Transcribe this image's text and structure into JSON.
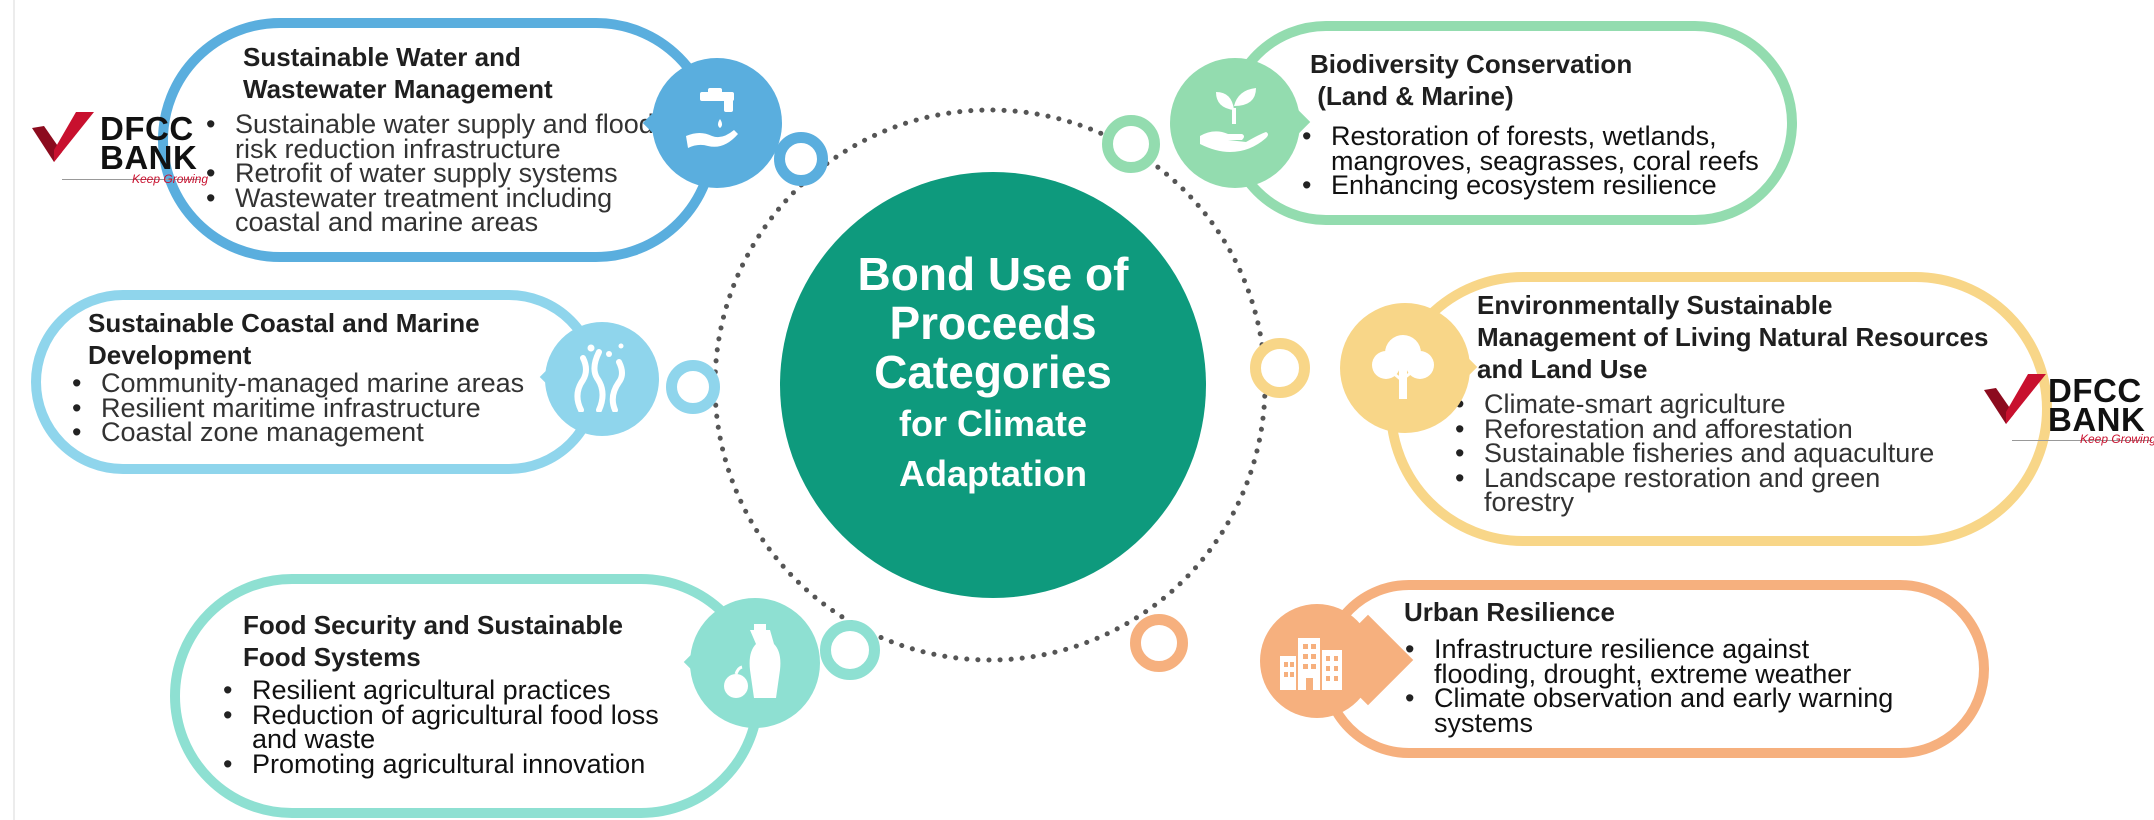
{
  "center": {
    "line1": "Bond Use of",
    "line2": "Proceeds",
    "line3": "Categories",
    "line4": "for Climate",
    "line5": "Adaptation"
  },
  "logo": {
    "wordmark_top": "DFCC",
    "wordmark_bottom": "BANK",
    "tagline": "Keep Growing"
  },
  "categories": [
    {
      "title_lines": [
        "Sustainable Water and",
        "Wastewater Management"
      ],
      "bullets": [
        [
          "Sustainable water supply and flood",
          "risk reduction infrastructure"
        ],
        [
          "Retrofit of water supply systems"
        ],
        [
          "Wastewater treatment including",
          "coastal and marine areas"
        ]
      ],
      "icon": "water-tap-hand-icon",
      "color": "#5aaede"
    },
    {
      "title_lines": [
        "Sustainable Coastal and Marine",
        "Development"
      ],
      "bullets": [
        [
          "Community-managed marine areas"
        ],
        [
          "Resilient maritime infrastructure"
        ],
        [
          "Coastal zone management"
        ]
      ],
      "icon": "seaweed-icon",
      "color": "#8fd5ec"
    },
    {
      "title_lines": [
        "Food Security and Sustainable",
        "Food Systems"
      ],
      "bullets": [
        [
          "Resilient agricultural practices"
        ],
        [
          "Reduction of agricultural food loss",
          "and waste"
        ],
        [
          "Promoting agricultural innovation"
        ]
      ],
      "icon": "food-bag-apple-icon",
      "color": "#8ee0d2"
    },
    {
      "title_lines": [
        "Biodiversity Conservation",
        " (Land & Marine)"
      ],
      "bullets": [
        [
          "Restoration of forests, wetlands,",
          "mangroves, seagrasses, coral reefs"
        ],
        [
          "Enhancing ecosystem resilience"
        ]
      ],
      "icon": "plant-in-hand-icon",
      "color": "#93dcaf"
    },
    {
      "title_lines": [
        "Environmentally Sustainable",
        "Management of Living Natural Resources",
        "and Land Use"
      ],
      "bullets": [
        [
          "Climate-smart agriculture"
        ],
        [
          "Reforestation and afforestation"
        ],
        [
          "Sustainable fisheries and aquaculture"
        ],
        [
          "Landscape restoration and green",
          "forestry"
        ]
      ],
      "icon": "tree-icon",
      "color": "#f8d688"
    },
    {
      "title_lines": [
        "Urban Resilience"
      ],
      "bullets": [
        [
          "Infrastructure resilience against",
          "flooding, drought, extreme weather"
        ],
        [
          "Climate observation and early warning",
          "systems"
        ]
      ],
      "icon": "city-buildings-icon",
      "color": "#f6b07e"
    }
  ],
  "colors": {
    "center_fill": "#0e9a7d",
    "ring_dots": "#555555",
    "logo_red": "#c8102e"
  }
}
